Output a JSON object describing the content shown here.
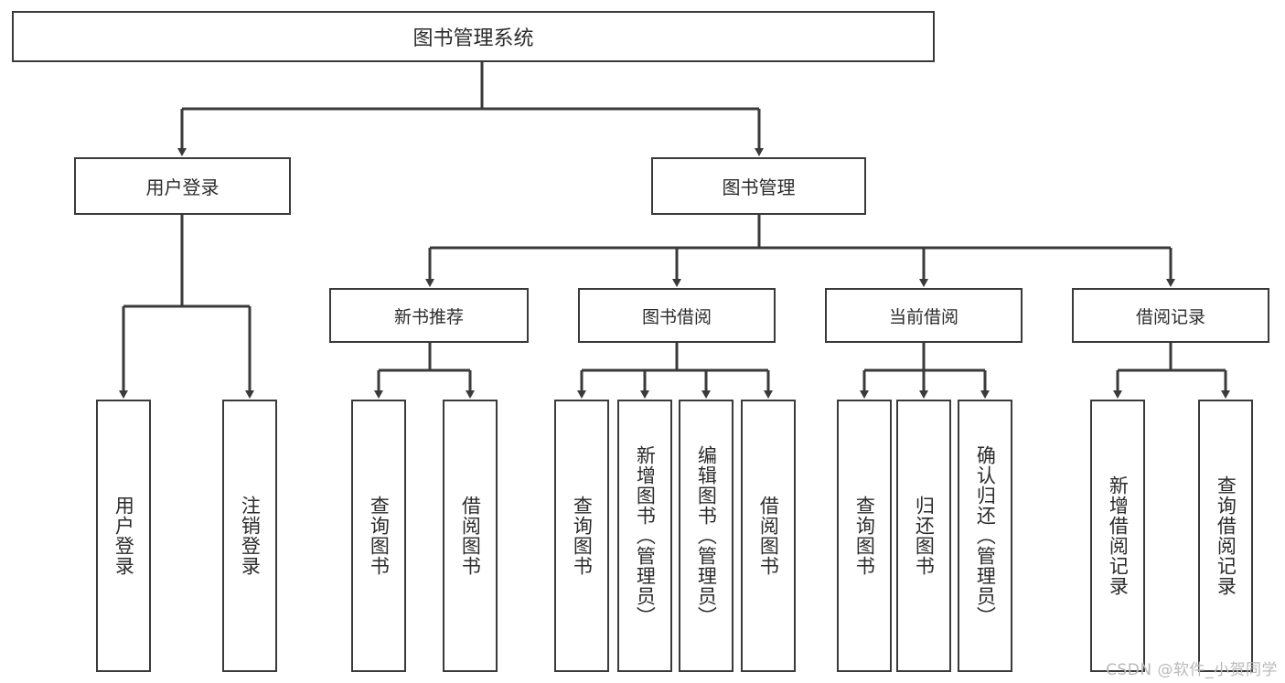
{
  "diagram": {
    "type": "tree",
    "title": "图书管理系统",
    "colors": {
      "border": "#3a3a3a",
      "text": "#2b2b2b",
      "background": "#ffffff",
      "watermark": "#b9b9b9"
    },
    "root": {
      "label": "图书管理系统"
    },
    "level1": [
      {
        "label": "用户登录"
      },
      {
        "label": "图书管理"
      }
    ],
    "level2": [
      {
        "label": "新书推荐"
      },
      {
        "label": "图书借阅"
      },
      {
        "label": "当前借阅"
      },
      {
        "label": "借阅记录"
      }
    ],
    "leaves": {
      "user_login": [
        {
          "label": "用户登录"
        },
        {
          "label": "注销登录"
        }
      ],
      "new_book_recommend": [
        {
          "label": "查询图书"
        },
        {
          "label": "借阅图书"
        }
      ],
      "book_borrow": [
        {
          "label": "查询图书"
        },
        {
          "label": "新增图书（管理员）"
        },
        {
          "label": "编辑图书（管理员）"
        },
        {
          "label": "借阅图书"
        }
      ],
      "current_borrow": [
        {
          "label": "查询图书"
        },
        {
          "label": "归还图书"
        },
        {
          "label": "确认归还（管理员）"
        }
      ],
      "borrow_record": [
        {
          "label": "新增借阅记录"
        },
        {
          "label": "查询借阅记录"
        }
      ]
    }
  },
  "watermark": {
    "text": "CSDN @软件_小贺同学"
  }
}
